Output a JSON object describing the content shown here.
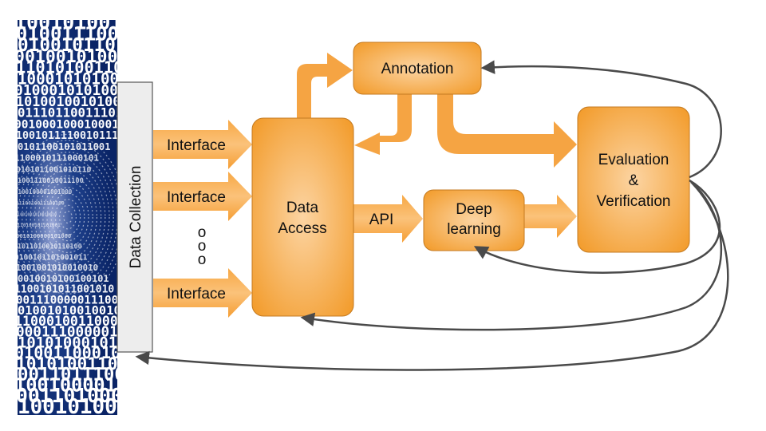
{
  "diagram": {
    "data_collection": "Data Collection",
    "interfaces": [
      "Interface",
      "Interface",
      "Interface"
    ],
    "ellipsis_marks": [
      "o",
      "o",
      "o"
    ],
    "data_access": [
      "Data",
      "Access"
    ],
    "annotation": "Annotation",
    "api": "API",
    "deep_learning": [
      "Deep",
      "learning"
    ],
    "evaluation": [
      "Evaluation",
      "&",
      "Verification"
    ]
  },
  "binary_image": {
    "rows": [
      "10010100",
      "01001110",
      "01001011",
      "00100101",
      "11010100",
      "10001010",
      "01000101",
      "10100100",
      "01110110",
      "00100010",
      "10010111",
      "01011001",
      "11000101",
      "01010110",
      "10011100",
      "01001000",
      "11100100",
      "10010010",
      "01101001",
      "00101000",
      "10110100",
      "01001011",
      "10010010",
      "00100101",
      "11001010",
      "00111000",
      "01001010",
      "11000100",
      "00011100",
      "10101000",
      "01001100",
      "10101001",
      "00110111",
      "10010000",
      "00110100",
      "10010100"
    ]
  },
  "colors": {
    "orange_light": "#fcd2a0",
    "orange_dark": "#f0921a",
    "box_stroke": "#c06a10",
    "feedback_line": "#4a4a4a",
    "binary_bg": "#0b2a6b"
  }
}
